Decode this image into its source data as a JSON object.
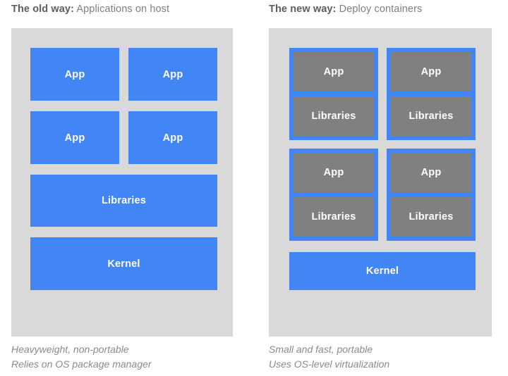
{
  "diagram": {
    "type": "comparison-diagram",
    "title_implied": "Applications on host vs. Deploy containers",
    "colors": {
      "blue": "#4285F4",
      "gray_box": "#808080",
      "panel_background": "#D9D9D9",
      "heading_bold": "#5E5E5E",
      "heading_normal": "#808080",
      "caption": "#8A8A8A",
      "box_label": "#FFFFFF",
      "page_background": "#FFFFFF"
    }
  },
  "columns": [
    {
      "id": "old-way",
      "heading": {
        "lead": "The old way:",
        "tail": " Applications on host"
      },
      "panel": {
        "layout": "flat-stack",
        "blocks": [
          {
            "label": "App",
            "row": 1,
            "col": 1
          },
          {
            "label": "App",
            "row": 1,
            "col": 2
          },
          {
            "label": "App",
            "row": 2,
            "col": 1
          },
          {
            "label": "App",
            "row": 2,
            "col": 2
          },
          {
            "label": "Libraries",
            "row": 3,
            "col": "full"
          },
          {
            "label": "Kernel",
            "row": 4,
            "col": "full"
          }
        ]
      },
      "caption": [
        "Heavyweight, non-portable",
        "Relies on OS package manager"
      ]
    },
    {
      "id": "new-way",
      "heading": {
        "lead": "The new way:",
        "tail": " Deploy containers"
      },
      "panel": {
        "layout": "containers-over-kernel",
        "containers": [
          {
            "app_label": "App",
            "libs_label": "Libraries",
            "row": 1,
            "col": 1
          },
          {
            "app_label": "App",
            "libs_label": "Libraries",
            "row": 1,
            "col": 2
          },
          {
            "app_label": "App",
            "libs_label": "Libraries",
            "row": 2,
            "col": 1
          },
          {
            "app_label": "App",
            "libs_label": "Libraries",
            "row": 2,
            "col": 2
          }
        ],
        "kernel_label": "Kernel"
      },
      "caption": [
        "Small and fast, portable",
        "Uses OS-level virtualization"
      ]
    }
  ]
}
